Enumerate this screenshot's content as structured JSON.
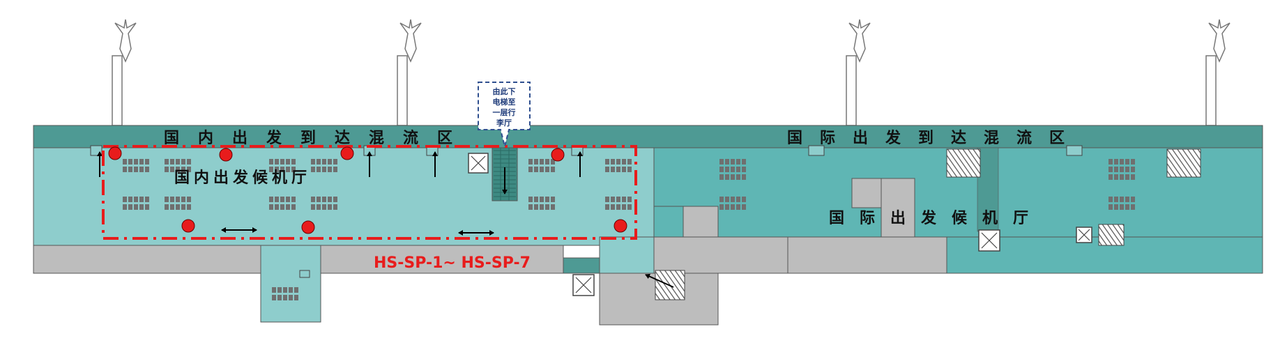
{
  "labels": {
    "domestic_corridor": [
      "国",
      "内",
      "出",
      "发",
      "到",
      "达",
      "混",
      "流",
      "区"
    ],
    "intl_corridor": [
      "国",
      "际",
      "出",
      "发",
      "到",
      "达",
      "混",
      "流",
      "区"
    ],
    "domestic_hall": "国内出发候机厅",
    "intl_hall": [
      "国",
      "际",
      "出",
      "发",
      "候",
      "机",
      "厅"
    ],
    "callout": [
      "由此下",
      "电梯至",
      "一层行",
      "李厅"
    ],
    "sampling_range": "HS-SP-1~ HS-SP-7"
  },
  "sampling_points": {
    "count": 7,
    "color": "#e81c1c"
  },
  "colors": {
    "corridor": "#4e9a94",
    "domestic_hall": "#8ecdcc",
    "intl_hall": "#5fb6b4",
    "service": "#bdbdbd",
    "seat": "#6f6f6f",
    "highlight_boundary": "#e81c1c",
    "callout_border": "#2f4f8f",
    "callout_text": "#1e3b7a"
  },
  "icons": [
    "airplane-icon",
    "elevator-icon",
    "escalator-icon",
    "arrow-icon",
    "gate-icon"
  ]
}
